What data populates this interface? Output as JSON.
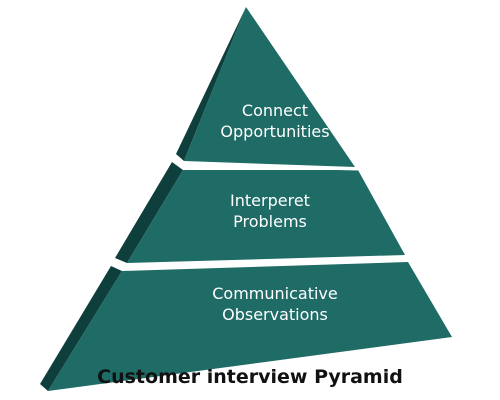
{
  "colors": {
    "front_face": "#1f6b66",
    "side_face": "#0e3f3c",
    "separator": "#ffffff",
    "caption_text": "#111111"
  },
  "pyramid": {
    "tiers": [
      {
        "line1": "Connect",
        "line2": "Opportunities"
      },
      {
        "line1": "Interperet",
        "line2": "Problems"
      },
      {
        "line1": "Communicative",
        "line2": "Observations"
      }
    ]
  },
  "caption": "Customer interview Pyramid"
}
